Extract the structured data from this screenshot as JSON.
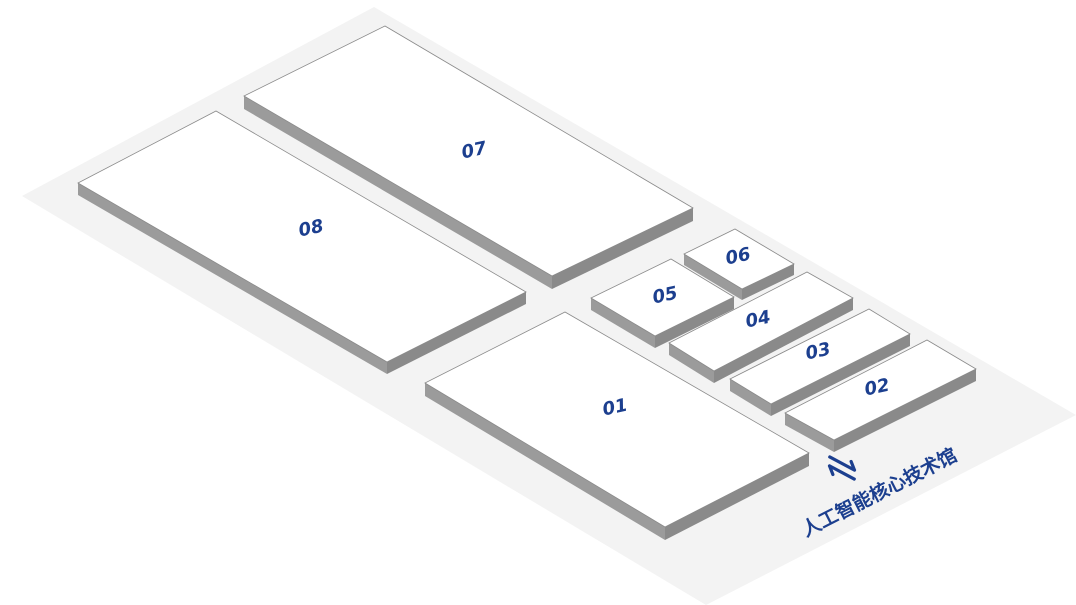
{
  "map": {
    "halls": [
      {
        "id": "07",
        "label": "07"
      },
      {
        "id": "08",
        "label": "08"
      },
      {
        "id": "06",
        "label": "06"
      },
      {
        "id": "05",
        "label": "05"
      },
      {
        "id": "04",
        "label": "04"
      },
      {
        "id": "03",
        "label": "03"
      },
      {
        "id": "02",
        "label": "02"
      },
      {
        "id": "01",
        "label": "01"
      }
    ],
    "connector": {
      "label": "人工智能核心技术馆",
      "icon": "swap-arrows-icon"
    },
    "colors": {
      "platform": "#f3f3f3",
      "block_top": "#ffffff",
      "block_side": "#9b9b9b",
      "label": "#1c3f8f"
    }
  }
}
